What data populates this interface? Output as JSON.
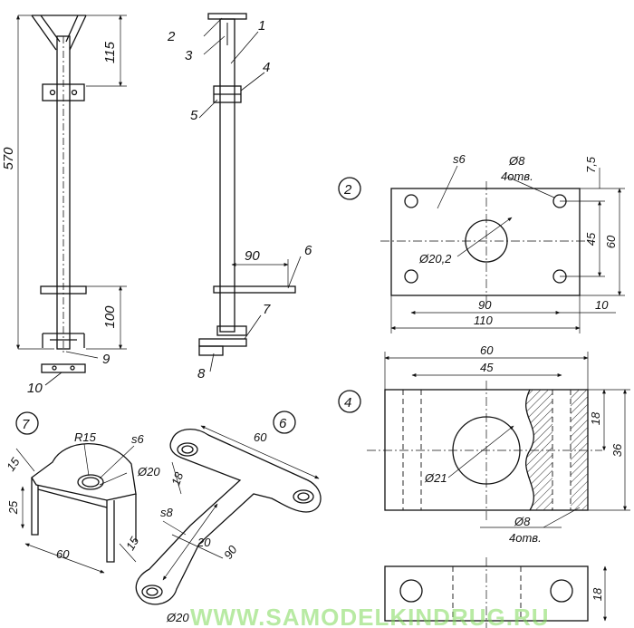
{
  "side_view": {
    "dims": {
      "top_height": "115",
      "total_height": "570",
      "bottom_height": "100"
    },
    "callouts": {
      "foot": "9",
      "foot_plate": "10"
    }
  },
  "front_view": {
    "dims": {
      "arm_length": "90"
    },
    "callouts": {
      "flange": "2",
      "slot": "3",
      "tube": "1",
      "clamp": "4",
      "clamp_ring": "5",
      "bracket": "6",
      "lower_bracket": "7",
      "base": "8"
    }
  },
  "part2": {
    "number": "2",
    "thickness": "s6",
    "hole_diameter": "Ø8",
    "hole_count": "4отв.",
    "center_hole": "Ø20,2",
    "dims": {
      "edge_offset": "7,5",
      "height": "60",
      "hole_spacing_v": "45",
      "hole_spacing_h": "90",
      "edge_right": "10",
      "width": "110"
    }
  },
  "part4": {
    "number": "4",
    "center_hole": "Ø21",
    "hole_diameter": "Ø8",
    "hole_count": "4отв.",
    "dims": {
      "width": "60",
      "hole_spacing": "45",
      "half_height": "18",
      "height": "36",
      "bottom_height": "18"
    }
  },
  "part7": {
    "number": "7",
    "radius": "R15",
    "thickness": "s6",
    "hole": "Ø20",
    "dims": {
      "depth": "15",
      "height": "25",
      "length": "60",
      "leg": "15"
    }
  },
  "part6": {
    "number": "6",
    "thickness": "s8",
    "dims": {
      "top_width": "60",
      "end_width": "18",
      "arm_width": "20",
      "length": "90"
    },
    "hole": "Ø20"
  },
  "watermark": "WWW.SAMODELKINDRUG.RU",
  "colors": {
    "ink": "#111111",
    "hatch": "#333333",
    "watermark": "#7ed957"
  }
}
